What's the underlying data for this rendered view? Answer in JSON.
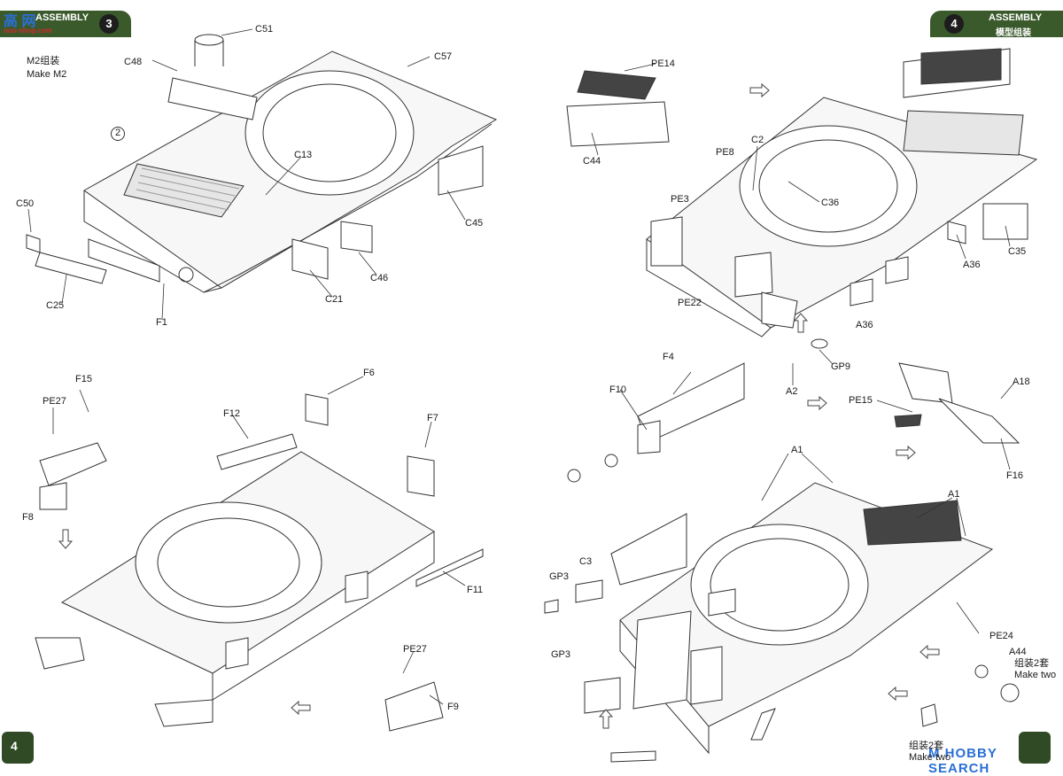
{
  "left_sheet": {
    "header": {
      "title": "ASSEMBLY",
      "step": "3"
    },
    "page_number": "4",
    "m2_note": {
      "line1": "M2组装",
      "line2": "Make M2"
    },
    "callouts": [
      "C51",
      "C57",
      "C48",
      "2",
      "C13",
      "C50",
      "C45",
      "C25",
      "F1",
      "C21",
      "C46",
      "F15",
      "PE27",
      "F6",
      "F12",
      "F7",
      "F8",
      "F11",
      "PE27",
      "F9"
    ]
  },
  "right_sheet": {
    "header": {
      "step": "4",
      "title": "ASSEMBLY",
      "subtitle": "模型组装"
    },
    "callouts": [
      "PE14",
      "C44",
      "C2",
      "PE8",
      "PE3",
      "C36",
      "A36",
      "C35",
      "PE22",
      "A36",
      "GP9",
      "A2",
      "F4",
      "F10",
      "A18",
      "PE15",
      "F16",
      "A1",
      "A1",
      "C3",
      "GP3",
      "GP3",
      "PE24",
      "A44"
    ],
    "make_two_1": {
      "cn": "组装2套",
      "en": "Make two"
    },
    "make_two_2": {
      "cn": "组装2套",
      "en": "Make two"
    }
  },
  "watermarks": {
    "top_left": "高 网",
    "top_left_sub": "ooo-shop.com",
    "bottom_right": "M HOBBY SEARCH"
  },
  "colors": {
    "header_green": "#3b5a2c",
    "ink": "#1a1a1a",
    "watermark_blue": "#2a6fd6"
  },
  "icons": [
    "arrow-left-icon",
    "arrow-right-icon",
    "arrow-up-icon",
    "arrow-down-icon"
  ]
}
